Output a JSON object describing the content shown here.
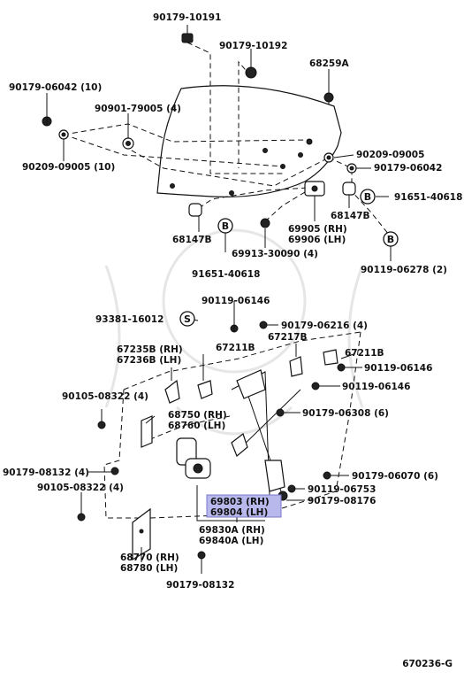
{
  "diagram_id": "670236-G",
  "labels": {
    "p90179_10191": "90179-10191",
    "p90179_10192": "90179-10192",
    "p68259a": "68259A",
    "p90179_06042_10": "90179-06042 (10)",
    "p90901_79005": "90901-79005 (4)",
    "p90209_09005_r": "90209-09005",
    "p90179_06042_r": "90179-06042",
    "p90209_09005_10": "90209-09005 (10)",
    "p91651_40618_r": "91651-40618",
    "p68147b_r": "68147B",
    "p69905": "69905 (RH)",
    "p69906": "69906 (LH)",
    "p68147b_l": "68147B",
    "p69913": "69913-30090 (4)",
    "p91651_40618_b": "91651-40618",
    "p90119_06278": "90119-06278 (2)",
    "p90119_06146_t": "90119-06146",
    "p93381_16012": "93381-16012",
    "p90179_06216": "90179-06216 (4)",
    "p67211b_t": "67211B",
    "p67217b": "67217B",
    "p67235b": "67235B (RH)",
    "p67236b": "67236B (LH)",
    "p67211b_r": "67211B",
    "p90119_06146_r1": "90119-06146",
    "p90119_06146_r2": "90119-06146",
    "p90105_08322_4a": "90105-08322 (4)",
    "p68750": "68750 (RH)",
    "p68760": "68760 (LH)",
    "p90179_06308": "90179-06308 (6)",
    "p90179_08132_4": "90179-08132 (4)",
    "p90179_06070": "90179-06070 (6)",
    "p90105_08322_4b": "90105-08322 (4)",
    "p90119_06753": "90119-06753",
    "p69803": "69803 (RH)",
    "p69804": "69804 (LH)",
    "p90179_08176": "90179-08176",
    "p69830a": "69830A (RH)",
    "p69840a": "69840A (LH)",
    "p68770": "68770 (RH)",
    "p68780": "68780 (LH)",
    "p90179_08132": "90179-08132",
    "circle_b": "B",
    "circle_s": "S"
  }
}
